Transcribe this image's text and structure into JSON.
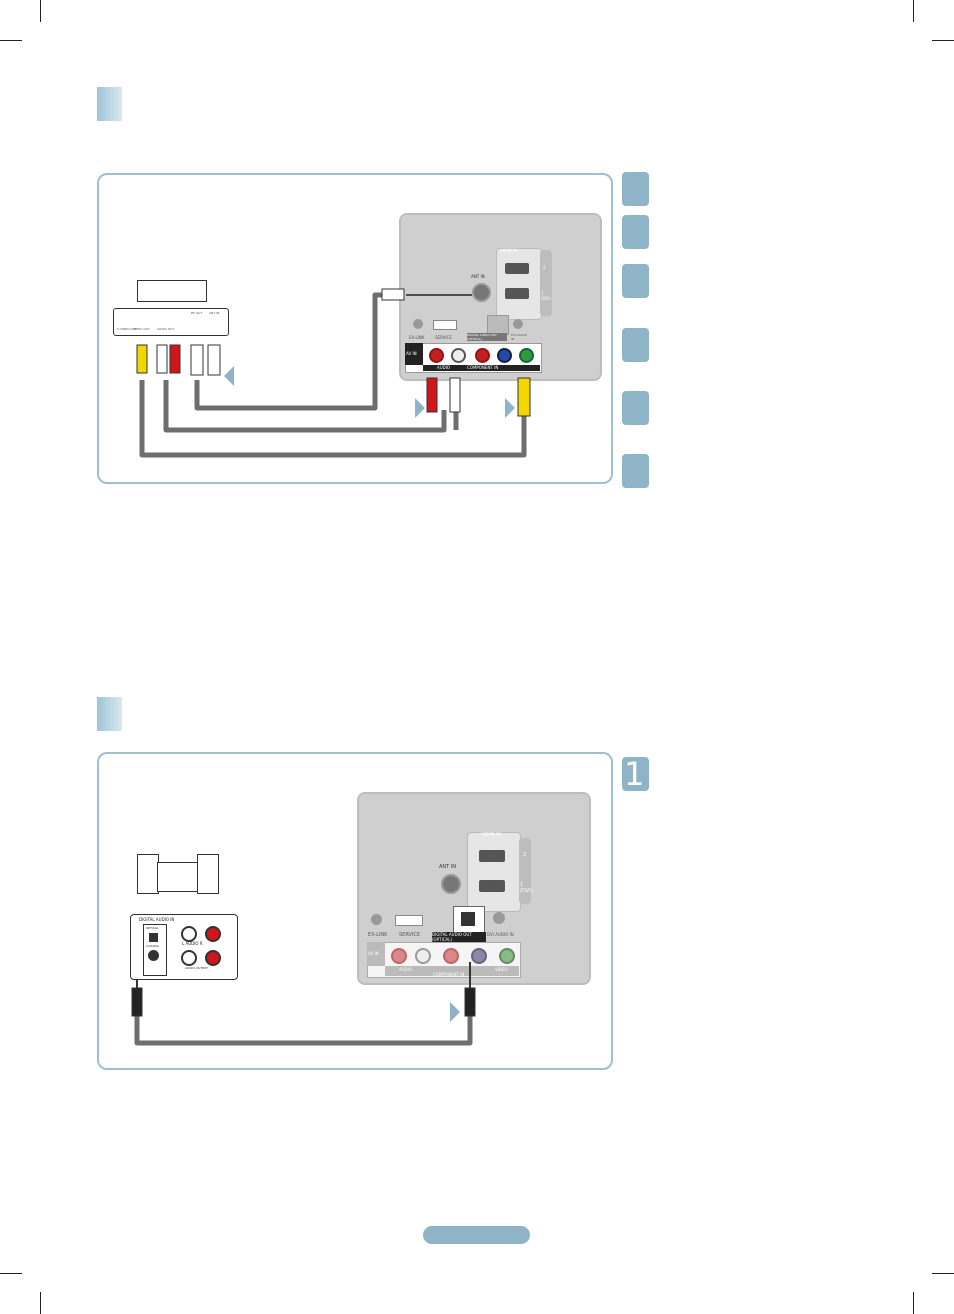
{
  "section1": {
    "steps": [
      "",
      "",
      "",
      "",
      "",
      ""
    ],
    "device_labels": {
      "svideo": "S-VIDEO OUT",
      "video": "VIDEO OUT",
      "audio": "AUDIO OUT",
      "rf_out": "RF OUT",
      "ant_in_small": "ANT IN"
    },
    "tv_labels": {
      "hdmi_in": "HDMI IN",
      "hdmi_2": "2",
      "hdmi_1": "1 (DVI)",
      "ant_in": "ANT IN",
      "ex_link": "EX-LINK",
      "service": "SERVICE",
      "digital_audio_out": "DIGITAL AUDIO OUT (OPTICAL)",
      "dvi_audio_in": "DVI AUDIO IN",
      "av_in": "AV IN",
      "audio": "AUDIO",
      "component_in": "COMPONENT IN"
    }
  },
  "section2": {
    "step": "1",
    "device_labels": {
      "digital_audio_in": "DIGITAL AUDIO IN",
      "optical": "OPTICAL",
      "coaxial": "COAXIAL",
      "audio": "L    AUDIO    R",
      "audio_output": "AUDIO OUTPUT"
    },
    "tv_labels": {
      "hdmi_in": "HDMI IN",
      "hdmi_2": "2",
      "hdmi_1": "1 (DVI)",
      "ant_in": "ANT IN",
      "ex_link": "EX-LINK",
      "service": "SERVICE",
      "digital_audio_out": "DIGITAL AUDIO OUT (OPTICAL)",
      "dvi_audio_in": "DVI AUDIO IN",
      "av_in": "AV IN",
      "audio": "AUDIO",
      "video": "VIDEO",
      "component_in": "COMPONENT IN"
    }
  },
  "colors": {
    "accent": "#8fb3c7",
    "panel_border": "#9ec0d2",
    "cable": "#6e6e6e",
    "yellow": "#f2d600",
    "red": "#d0161b",
    "white": "#ffffff"
  }
}
